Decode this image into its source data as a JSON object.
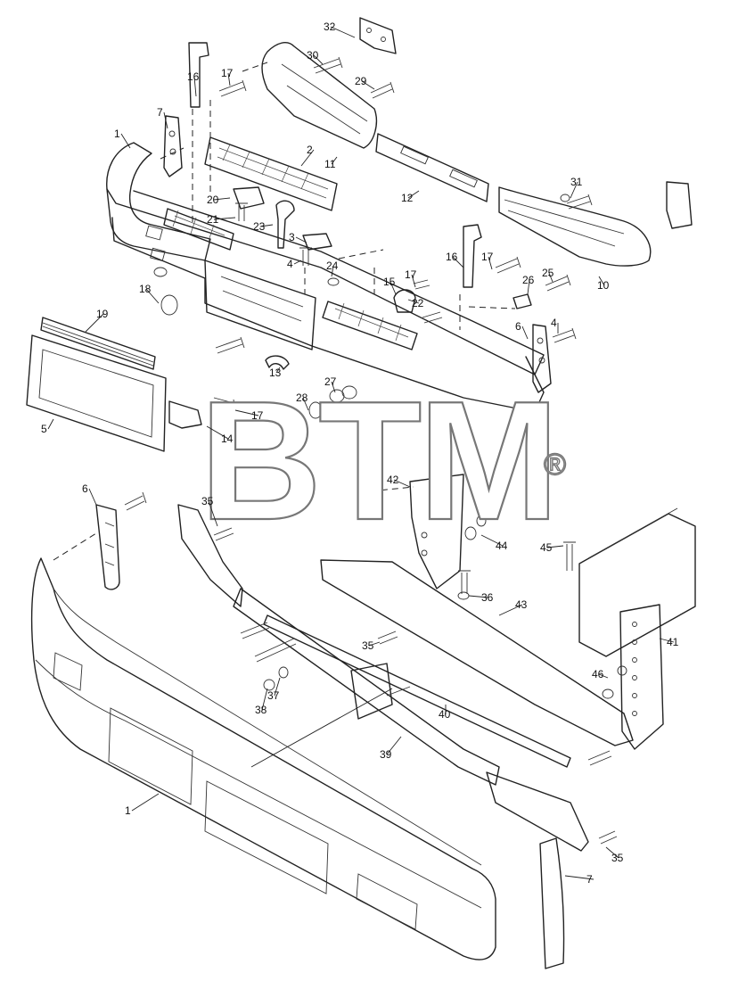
{
  "watermark": {
    "text": "BTM",
    "symbol": "®"
  },
  "callouts": [
    "32",
    "30",
    "29",
    "16",
    "17",
    "7",
    "1",
    "2",
    "11",
    "12",
    "31",
    "20",
    "21",
    "23",
    "3",
    "4",
    "24",
    "17",
    "15",
    "22",
    "16",
    "17",
    "26",
    "25",
    "10",
    "18",
    "19",
    "6",
    "4",
    "13",
    "27",
    "28",
    "17",
    "14",
    "5",
    "42",
    "6",
    "35",
    "44",
    "45",
    "36",
    "43",
    "35",
    "41",
    "46",
    "37",
    "38",
    "40",
    "39",
    "1",
    "35",
    "7"
  ]
}
